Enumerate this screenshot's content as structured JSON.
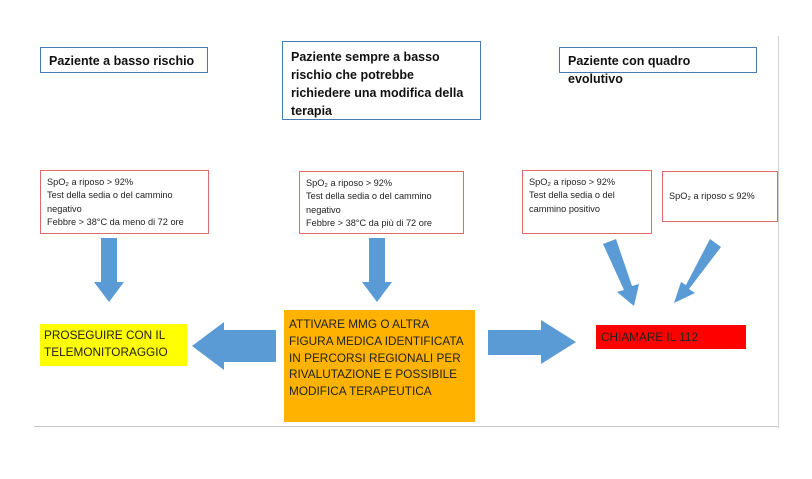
{
  "headers": {
    "low_risk": "Paziente a basso rischio",
    "still_low_risk": "Paziente sempre a basso rischio che potrebbe richiedere una modifica della terapia",
    "evolving": "Paziente con quadro evolutivo"
  },
  "criteria": {
    "left": [
      "SpO₂ a riposo > 92%",
      "Test della sedia o del cammino negativo",
      "Febbre > 38°C da meno di 72 ore"
    ],
    "middle": [
      "SpO₂ a riposo > 92%",
      "Test della sedia o del cammino negativo",
      "Febbre > 38°C da più di 72 ore"
    ],
    "right_a": [
      "SpO₂ a riposo > 92%",
      "Test della sedia o del cammino positivo"
    ],
    "right_b": [
      "SpO₂ a riposo ≤ 92%"
    ]
  },
  "actions": {
    "continue_telemonitoring": "PROSEGUIRE CON IL TELEMONITORAGGIO",
    "activate_physician": "ATTIVARE MMG O ALTRA FIGURA MEDICA IDENTIFICATA IN PERCORSI REGIONALI PER RIVALUTAZIONE E POSSIBILE MODIFICA TERAPEUTICA",
    "call_112": "CHIAMARE IL 112"
  },
  "colors": {
    "header_border": "#4a78b5",
    "criteria_border": "#e06a6a",
    "arrow_fill": "#5b9bd5",
    "continue_fill": "#ffff00",
    "activate_fill": "#ffb300",
    "call_fill": "#ff0000"
  }
}
